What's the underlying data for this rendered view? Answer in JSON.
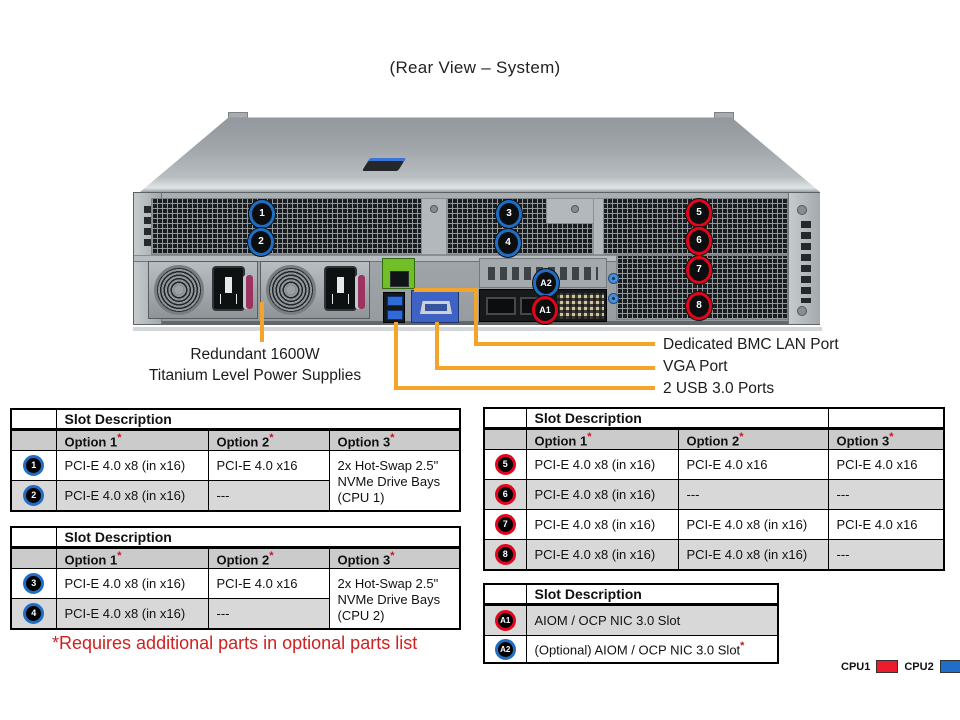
{
  "title": "(Rear View – System)",
  "asterisk": "*",
  "callouts": {
    "c1": "1",
    "c2": "2",
    "c3": "3",
    "c4": "4",
    "c5": "5",
    "c6": "6",
    "c7": "7",
    "c8": "8",
    "a1": "A1",
    "a2": "A2"
  },
  "labels": {
    "psu_line1": "Redundant 1600W",
    "psu_line2": "Titanium Level Power Supplies",
    "bmc_lan": "Dedicated BMC LAN Port",
    "vga": "VGA Port",
    "usb": "2 USB 3.0 Ports"
  },
  "tables": {
    "slot12": {
      "header": "Slot Description",
      "options": [
        "Option 1",
        "Option 2",
        "Option 3"
      ],
      "rows": [
        {
          "badge": "1",
          "opt1": "PCI-E 4.0 x8 (in x16)",
          "opt2": "PCI-E 4.0 x16"
        },
        {
          "badge": "2",
          "opt1": "PCI-E 4.0 x8 (in x16)",
          "opt2": "---"
        }
      ],
      "option3_merged": "2x Hot-Swap 2.5\" NVMe Drive Bays (CPU 1)"
    },
    "slot34": {
      "header": "Slot Description",
      "options": [
        "Option 1",
        "Option 2",
        "Option 3"
      ],
      "rows": [
        {
          "badge": "3",
          "opt1": "PCI-E 4.0 x8 (in x16)",
          "opt2": "PCI-E 4.0 x16"
        },
        {
          "badge": "4",
          "opt1": "PCI-E 4.0 x8 (in x16)",
          "opt2": "---"
        }
      ],
      "option3_merged": "2x Hot-Swap 2.5\" NVMe Drive Bays (CPU 2)"
    },
    "slot5678": {
      "header": "Slot Description",
      "options": [
        "Option 1",
        "Option 2",
        "Option 3"
      ],
      "rows": [
        {
          "badge": "5",
          "opt1": "PCI-E 4.0 x8 (in x16)",
          "opt2": "PCI-E 4.0 x16",
          "opt3": "PCI-E 4.0 x16"
        },
        {
          "badge": "6",
          "opt1": "PCI-E 4.0 x8 (in x16)",
          "opt2": "---",
          "opt3": "---"
        },
        {
          "badge": "7",
          "opt1": "PCI-E 4.0 x8 (in x16)",
          "opt2": "PCI-E 4.0 x8 (in x16)",
          "opt3": "PCI-E 4.0 x16"
        },
        {
          "badge": "8",
          "opt1": "PCI-E 4.0 x8 (in x16)",
          "opt2": "PCI-E 4.0 x8 (in x16)",
          "opt3": "---"
        }
      ]
    },
    "aiom": {
      "header": "Slot Description",
      "rows": [
        {
          "badge": "A1",
          "text": "AIOM / OCP NIC 3.0 Slot"
        },
        {
          "badge": "A2",
          "text": "(Optional) AIOM / OCP NIC 3.0 Slot"
        }
      ]
    }
  },
  "note": "*Requires additional parts in optional parts list",
  "legend": {
    "cpu1": {
      "label": "CPU1",
      "color": "#ec1c2e"
    },
    "cpu2": {
      "label": "CPU2",
      "color": "#1f6fc8"
    }
  },
  "colors": {
    "callout_line": "#f2a42b",
    "badge_blue": "#1e6fc4",
    "badge_red": "#e3051b",
    "note_red": "#d02020"
  }
}
